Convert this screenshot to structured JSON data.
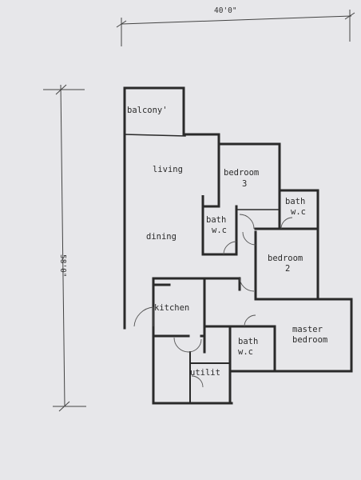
{
  "dimensions": {
    "width_label": "40'0\"",
    "height_label": "58'0\""
  },
  "rooms": {
    "balcony": "balcony'",
    "living": "living",
    "dining": "dining",
    "bedroom3_line1": "bedroom",
    "bedroom3_line2": "3",
    "bath1_line1": "bath",
    "bath1_line2": "w.c",
    "bath2_line1": "bath",
    "bath2_line2": "w.c",
    "bedroom2_line1": "bedroom",
    "bedroom2_line2": "2",
    "kitchen": "kitchen",
    "utility": "utilit",
    "bath3_line1": "bath",
    "bath3_line2": "w.c",
    "master_line1": "master",
    "master_line2": "bedroom"
  },
  "colors": {
    "paper": "#e7e7ea",
    "ink": "#2a2a2a"
  }
}
